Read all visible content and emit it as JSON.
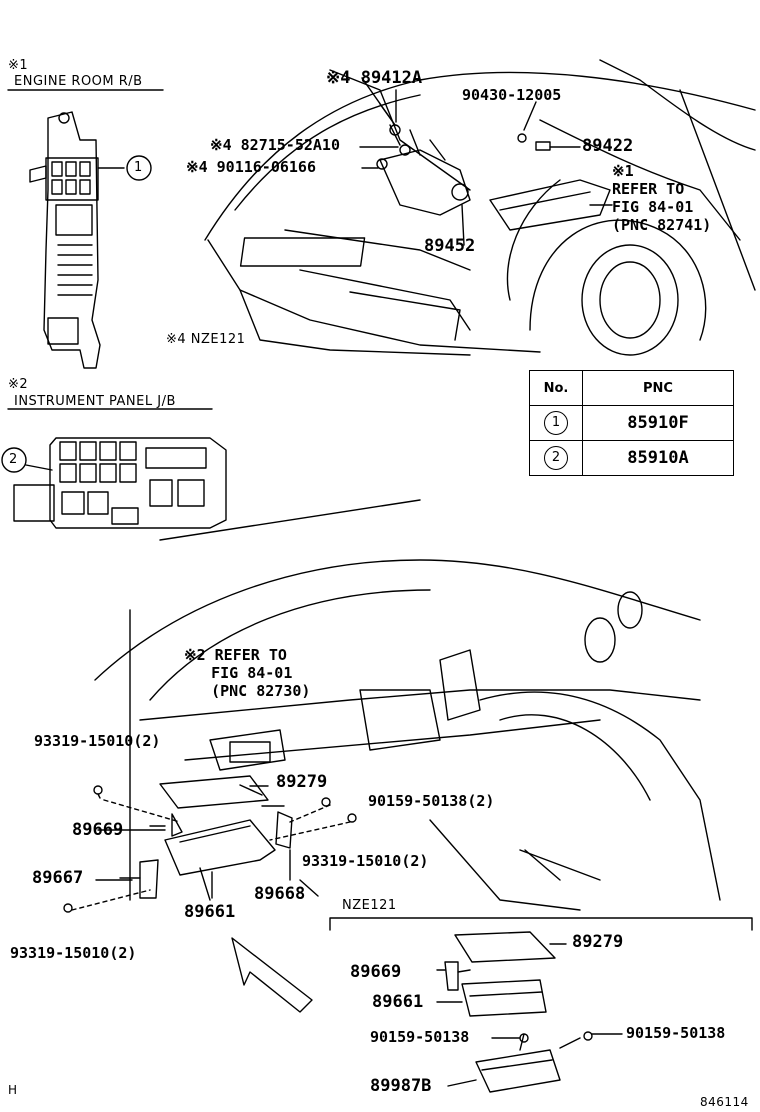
{
  "sections": {
    "engine_room": {
      "marker": "※1",
      "title": "ENGINE ROOM R/B",
      "callout": "1"
    },
    "instrument_panel": {
      "marker": "※2",
      "title": "INSTRUMENT PANEL J/B",
      "callout": "2"
    }
  },
  "engine_labels": {
    "p89412a": "※4 89412A",
    "p90430": "90430-12005",
    "p82715": "※4 82715-52A10",
    "p89422": "89422",
    "p90116": "※4 90116-06166",
    "ref1": "※1\nREFER TO\nFIG 84-01\n(PNC 82741)",
    "p89452": "89452",
    "nze1": "※4 NZE121"
  },
  "table": {
    "headers": [
      "No.",
      "PNC"
    ],
    "rows": [
      {
        "no": "1",
        "pnc": "85910F"
      },
      {
        "no": "2",
        "pnc": "85910A"
      }
    ]
  },
  "dash_labels": {
    "ref2": "※2 REFER TO\n   FIG 84-01\n   (PNC 82730)",
    "p93319a": "93319-15010(2)",
    "p89279": "89279",
    "p90159a": "90159-50138(2)",
    "p89669": "89669",
    "p93319b": "93319-15010(2)",
    "p89667": "89667",
    "p89668": "89668",
    "p89661": "89661",
    "nze2": "NZE121",
    "p93319c": "93319-15010(2)"
  },
  "inset_labels": {
    "p89279": "89279",
    "p89669": "89669",
    "p89661": "89661",
    "p90159l": "90159-50138",
    "p90159r": "90159-50138",
    "p89987b": "89987B"
  },
  "footer": {
    "left": "H",
    "right": "846114"
  }
}
